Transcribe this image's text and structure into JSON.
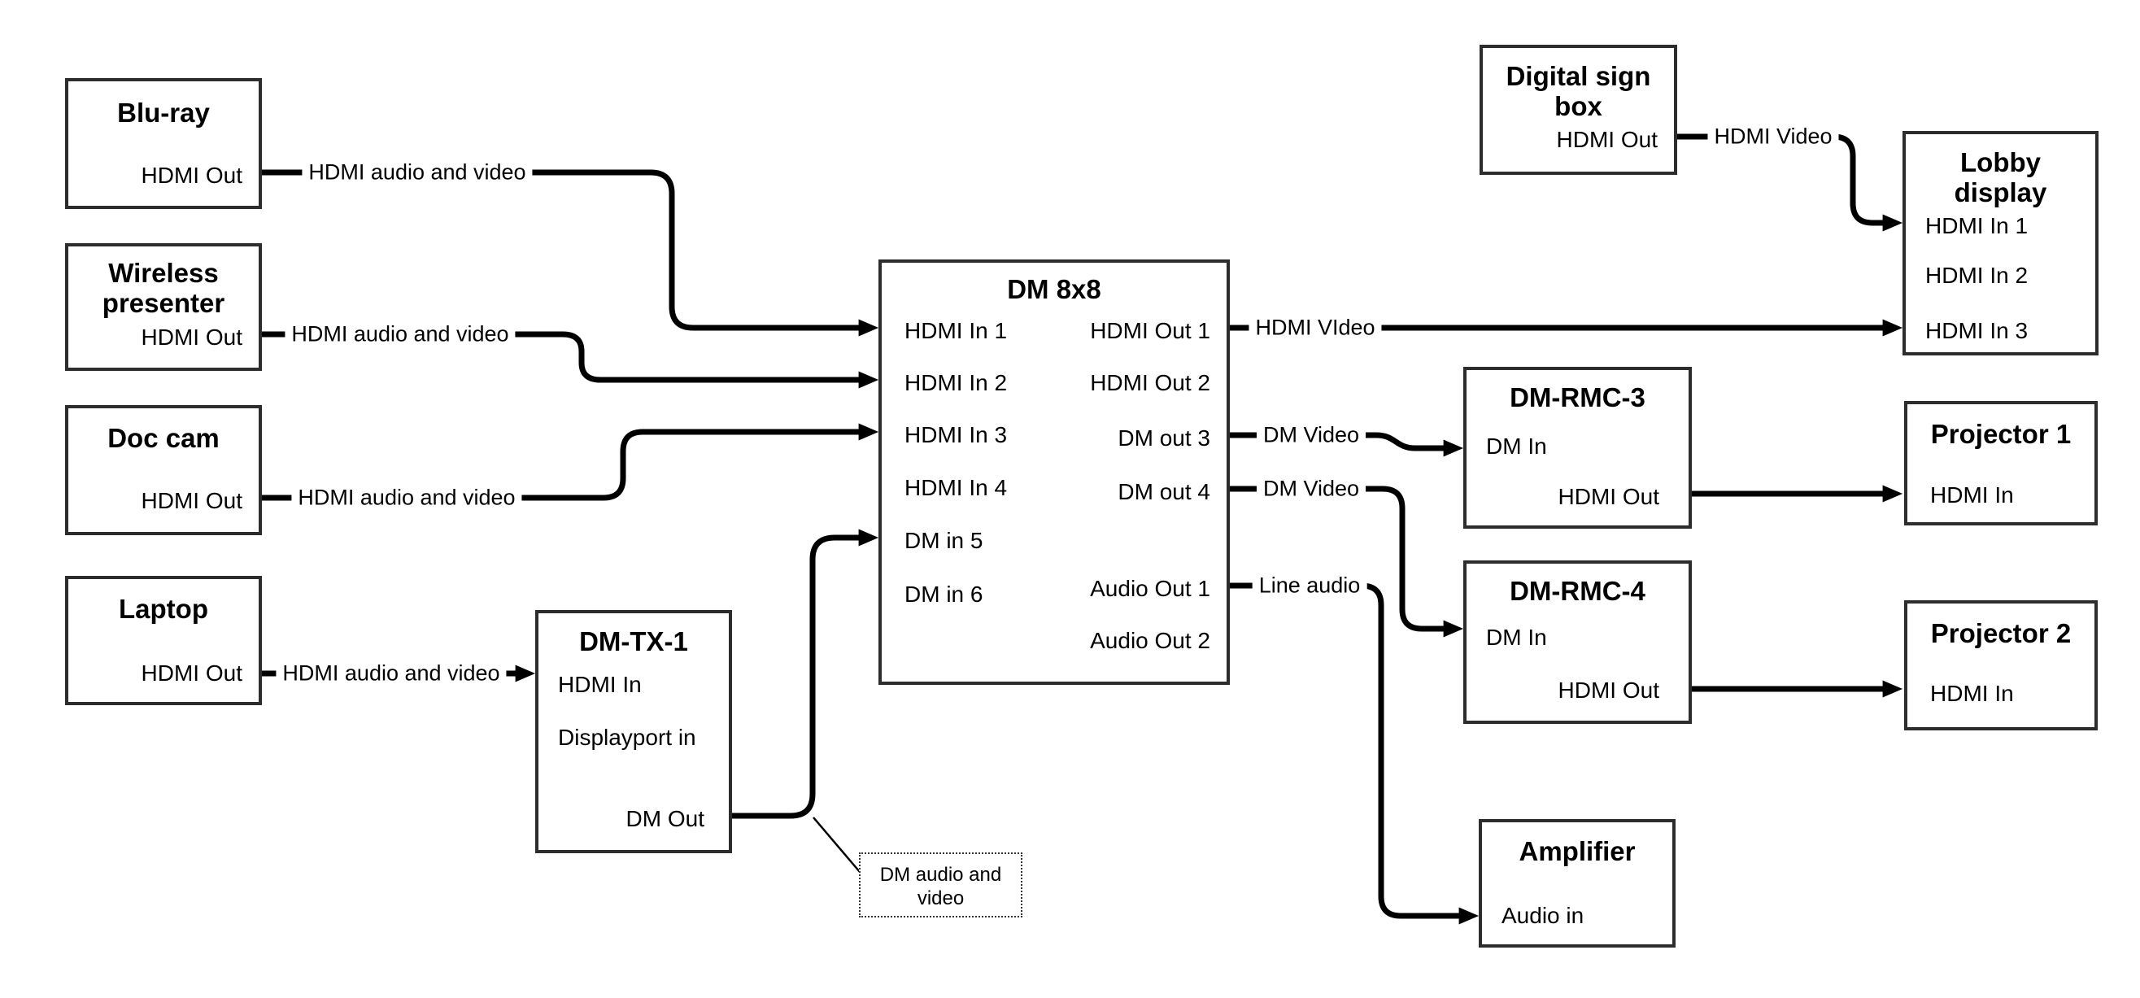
{
  "nodes": {
    "bluray": {
      "title": "Blu-ray",
      "ports": {
        "hdmi_out": "HDMI Out"
      }
    },
    "wireless": {
      "title": "Wireless presenter",
      "ports": {
        "hdmi_out": "HDMI Out"
      }
    },
    "doccam": {
      "title": "Doc cam",
      "ports": {
        "hdmi_out": "HDMI Out"
      }
    },
    "laptop": {
      "title": "Laptop",
      "ports": {
        "hdmi_out": "HDMI Out"
      }
    },
    "dmtx1": {
      "title": "DM-TX-1",
      "ports": {
        "hdmi_in": "HDMI In",
        "dp_in": "Displayport in",
        "dm_out": "DM Out"
      }
    },
    "dm8x8": {
      "title": "DM 8x8",
      "ports": {
        "in1": "HDMI In 1",
        "in2": "HDMI In 2",
        "in3": "HDMI In 3",
        "in4": "HDMI In 4",
        "in5": "DM in 5",
        "in6": "DM in 6",
        "out1": "HDMI Out 1",
        "out2": "HDMI Out 2",
        "out3": "DM out 3",
        "out4": "DM out 4",
        "aout1": "Audio Out 1",
        "aout2": "Audio Out 2"
      }
    },
    "signbox": {
      "title": "Digital sign box",
      "ports": {
        "hdmi_out": "HDMI Out"
      }
    },
    "lobby": {
      "title": "Lobby display",
      "ports": {
        "in1": "HDMI In 1",
        "in2": "HDMI In 2",
        "in3": "HDMI In 3"
      }
    },
    "rmc3": {
      "title": "DM-RMC-3",
      "ports": {
        "dm_in": "DM In",
        "hdmi_out": "HDMI Out"
      }
    },
    "proj1": {
      "title": "Projector 1",
      "ports": {
        "hdmi_in": "HDMI In"
      }
    },
    "rmc4": {
      "title": "DM-RMC-4",
      "ports": {
        "dm_in": "DM In",
        "hdmi_out": "HDMI Out"
      }
    },
    "proj2": {
      "title": "Projector 2",
      "ports": {
        "hdmi_in": "HDMI In"
      }
    },
    "amp": {
      "title": "Amplifier",
      "ports": {
        "audio_in": "Audio in"
      }
    }
  },
  "connections": [
    {
      "from": "Blu-ray HDMI Out",
      "to": "DM 8x8 HDMI In 1",
      "label": "HDMI audio and video"
    },
    {
      "from": "Wireless presenter HDMI Out",
      "to": "DM 8x8 HDMI In 2",
      "label": "HDMI audio and video"
    },
    {
      "from": "Doc cam HDMI Out",
      "to": "DM 8x8 HDMI In 3",
      "label": "HDMI audio and video"
    },
    {
      "from": "Laptop HDMI Out",
      "to": "DM-TX-1 HDMI In",
      "label": "HDMI audio and video"
    },
    {
      "from": "DM-TX-1 DM Out",
      "to": "DM 8x8 DM in 5",
      "label": null
    },
    {
      "from": "DM 8x8 HDMI Out 1",
      "to": "Lobby display HDMI In 3",
      "label": "HDMI VIdeo"
    },
    {
      "from": "DM 8x8 DM out 3",
      "to": "DM-RMC-3 DM In",
      "label": "DM Video"
    },
    {
      "from": "DM 8x8 DM out 4",
      "to": "DM-RMC-4 DM In",
      "label": "DM Video"
    },
    {
      "from": "DM 8x8 Audio Out 1",
      "to": "Amplifier Audio in",
      "label": "Line audio"
    },
    {
      "from": "Digital sign box HDMI Out",
      "to": "Lobby display HDMI In 1",
      "label": "HDMI Video"
    },
    {
      "from": "DM-RMC-3 HDMI Out",
      "to": "Projector 1 HDMI In",
      "label": null
    },
    {
      "from": "DM-RMC-4 HDMI Out",
      "to": "Projector 2 HDMI In",
      "label": null
    }
  ],
  "callout": {
    "text": "DM audio and video"
  },
  "colors": {
    "line": "#000000",
    "box_border": "#2d2d2d",
    "text": "#000000",
    "background": "#ffffff"
  }
}
